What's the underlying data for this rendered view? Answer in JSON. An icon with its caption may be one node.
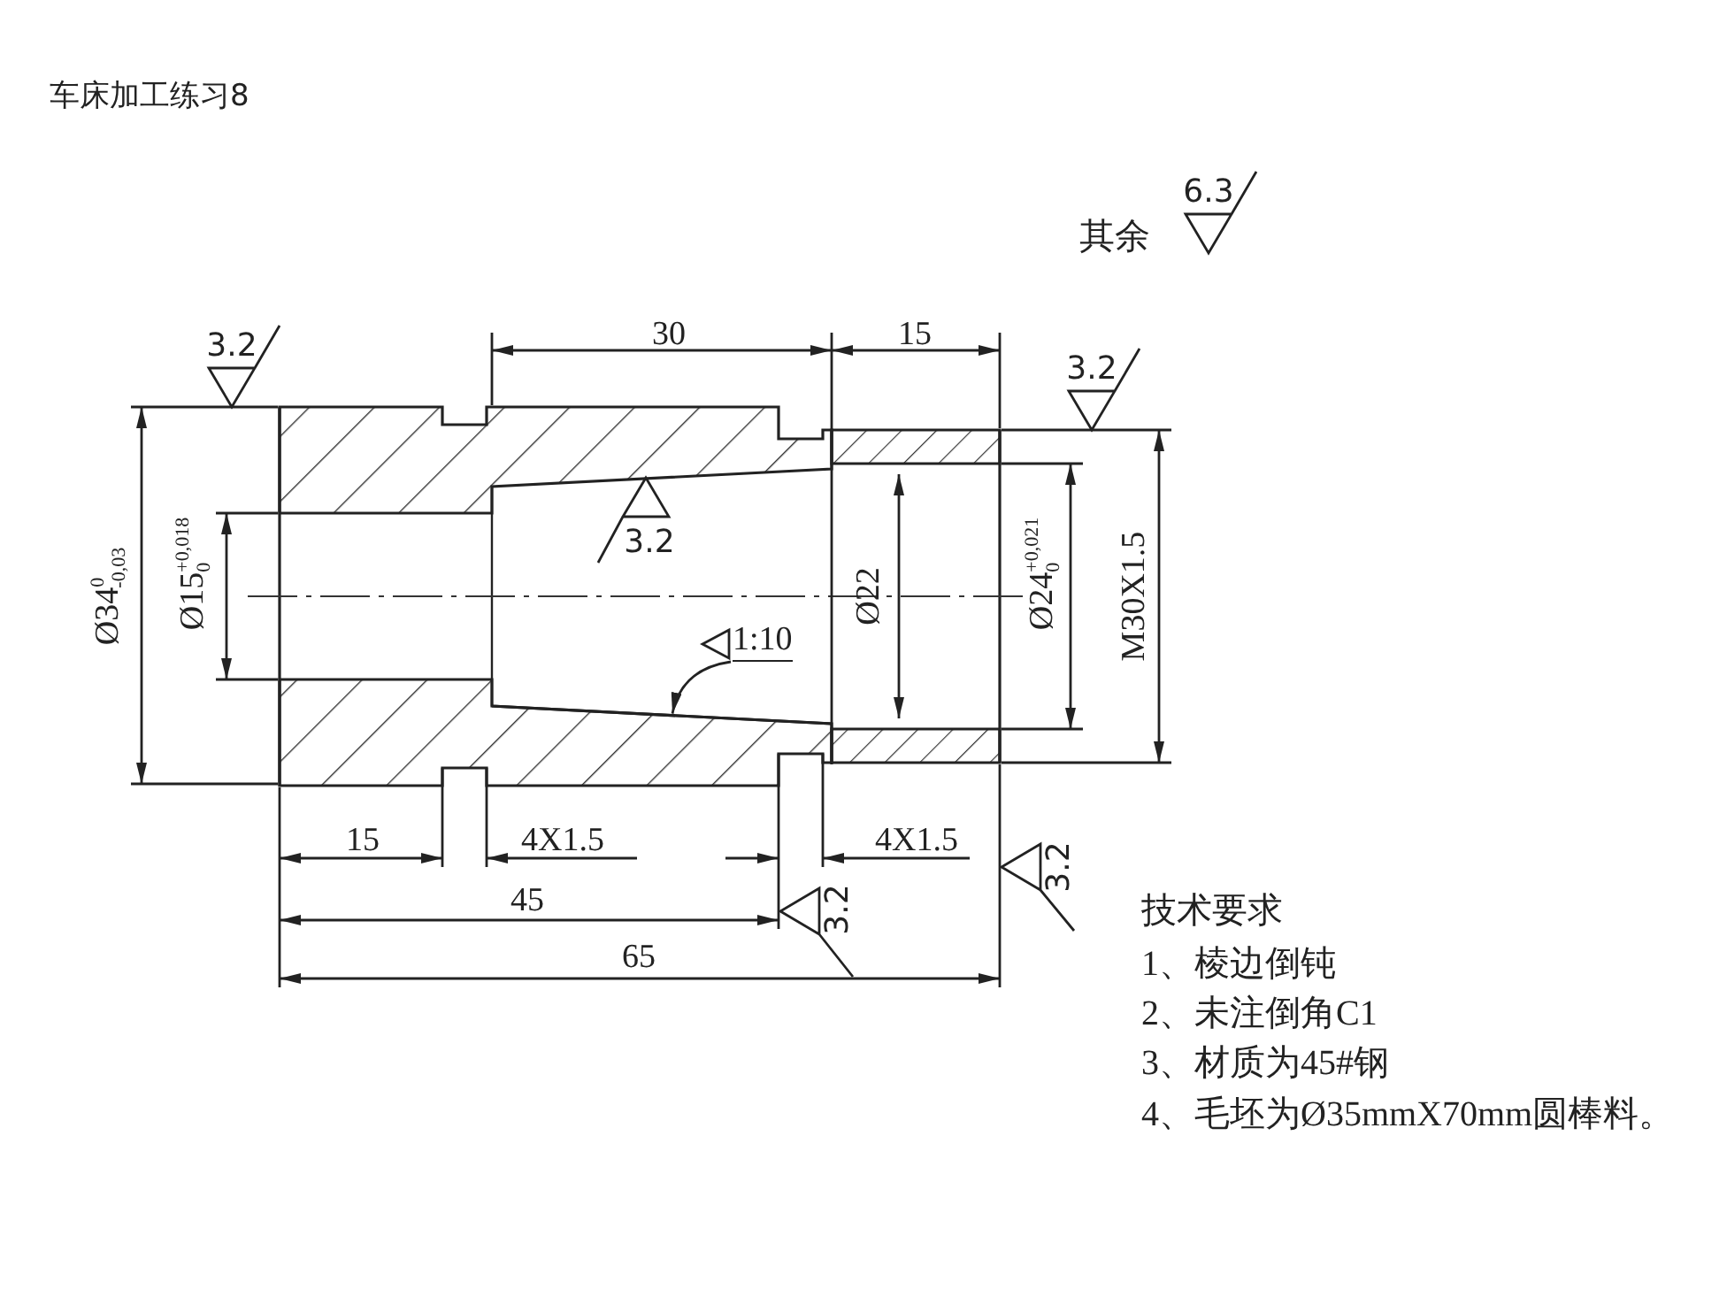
{
  "diagram": {
    "title": "车床加工练习8",
    "nodes": [
      {
        "text": [
          "1:10"
        ]
      },
      {
        "text": [],
        "shape": "line"
      }
    ],
    "edges": [
      {
        "from": 0,
        "to": 1,
        "arrow": "to"
      }
    ],
    "labels": [
      "其余",
      "6.3",
      "3.2",
      "30",
      "15",
      "3.2",
      "Ø34$^{0}$$_{-0,03}$",
      "Ø15$^{+0,018}$$_{0}$",
      "3.2",
      "Ø22",
      "Ø24$^{+0,021}$$_{0}$",
      "M30X1.5",
      "15",
      "4X1.5",
      "4X1.5",
      "3.2",
      "45",
      "3.2",
      "65",
      "技术要求",
      "1、棱边倒钝",
      "2、未注倒角C1",
      "3、材质为45#钢",
      "4、毛坯为Ø35mmX70mm圆棒料。"
    ]
  }
}
